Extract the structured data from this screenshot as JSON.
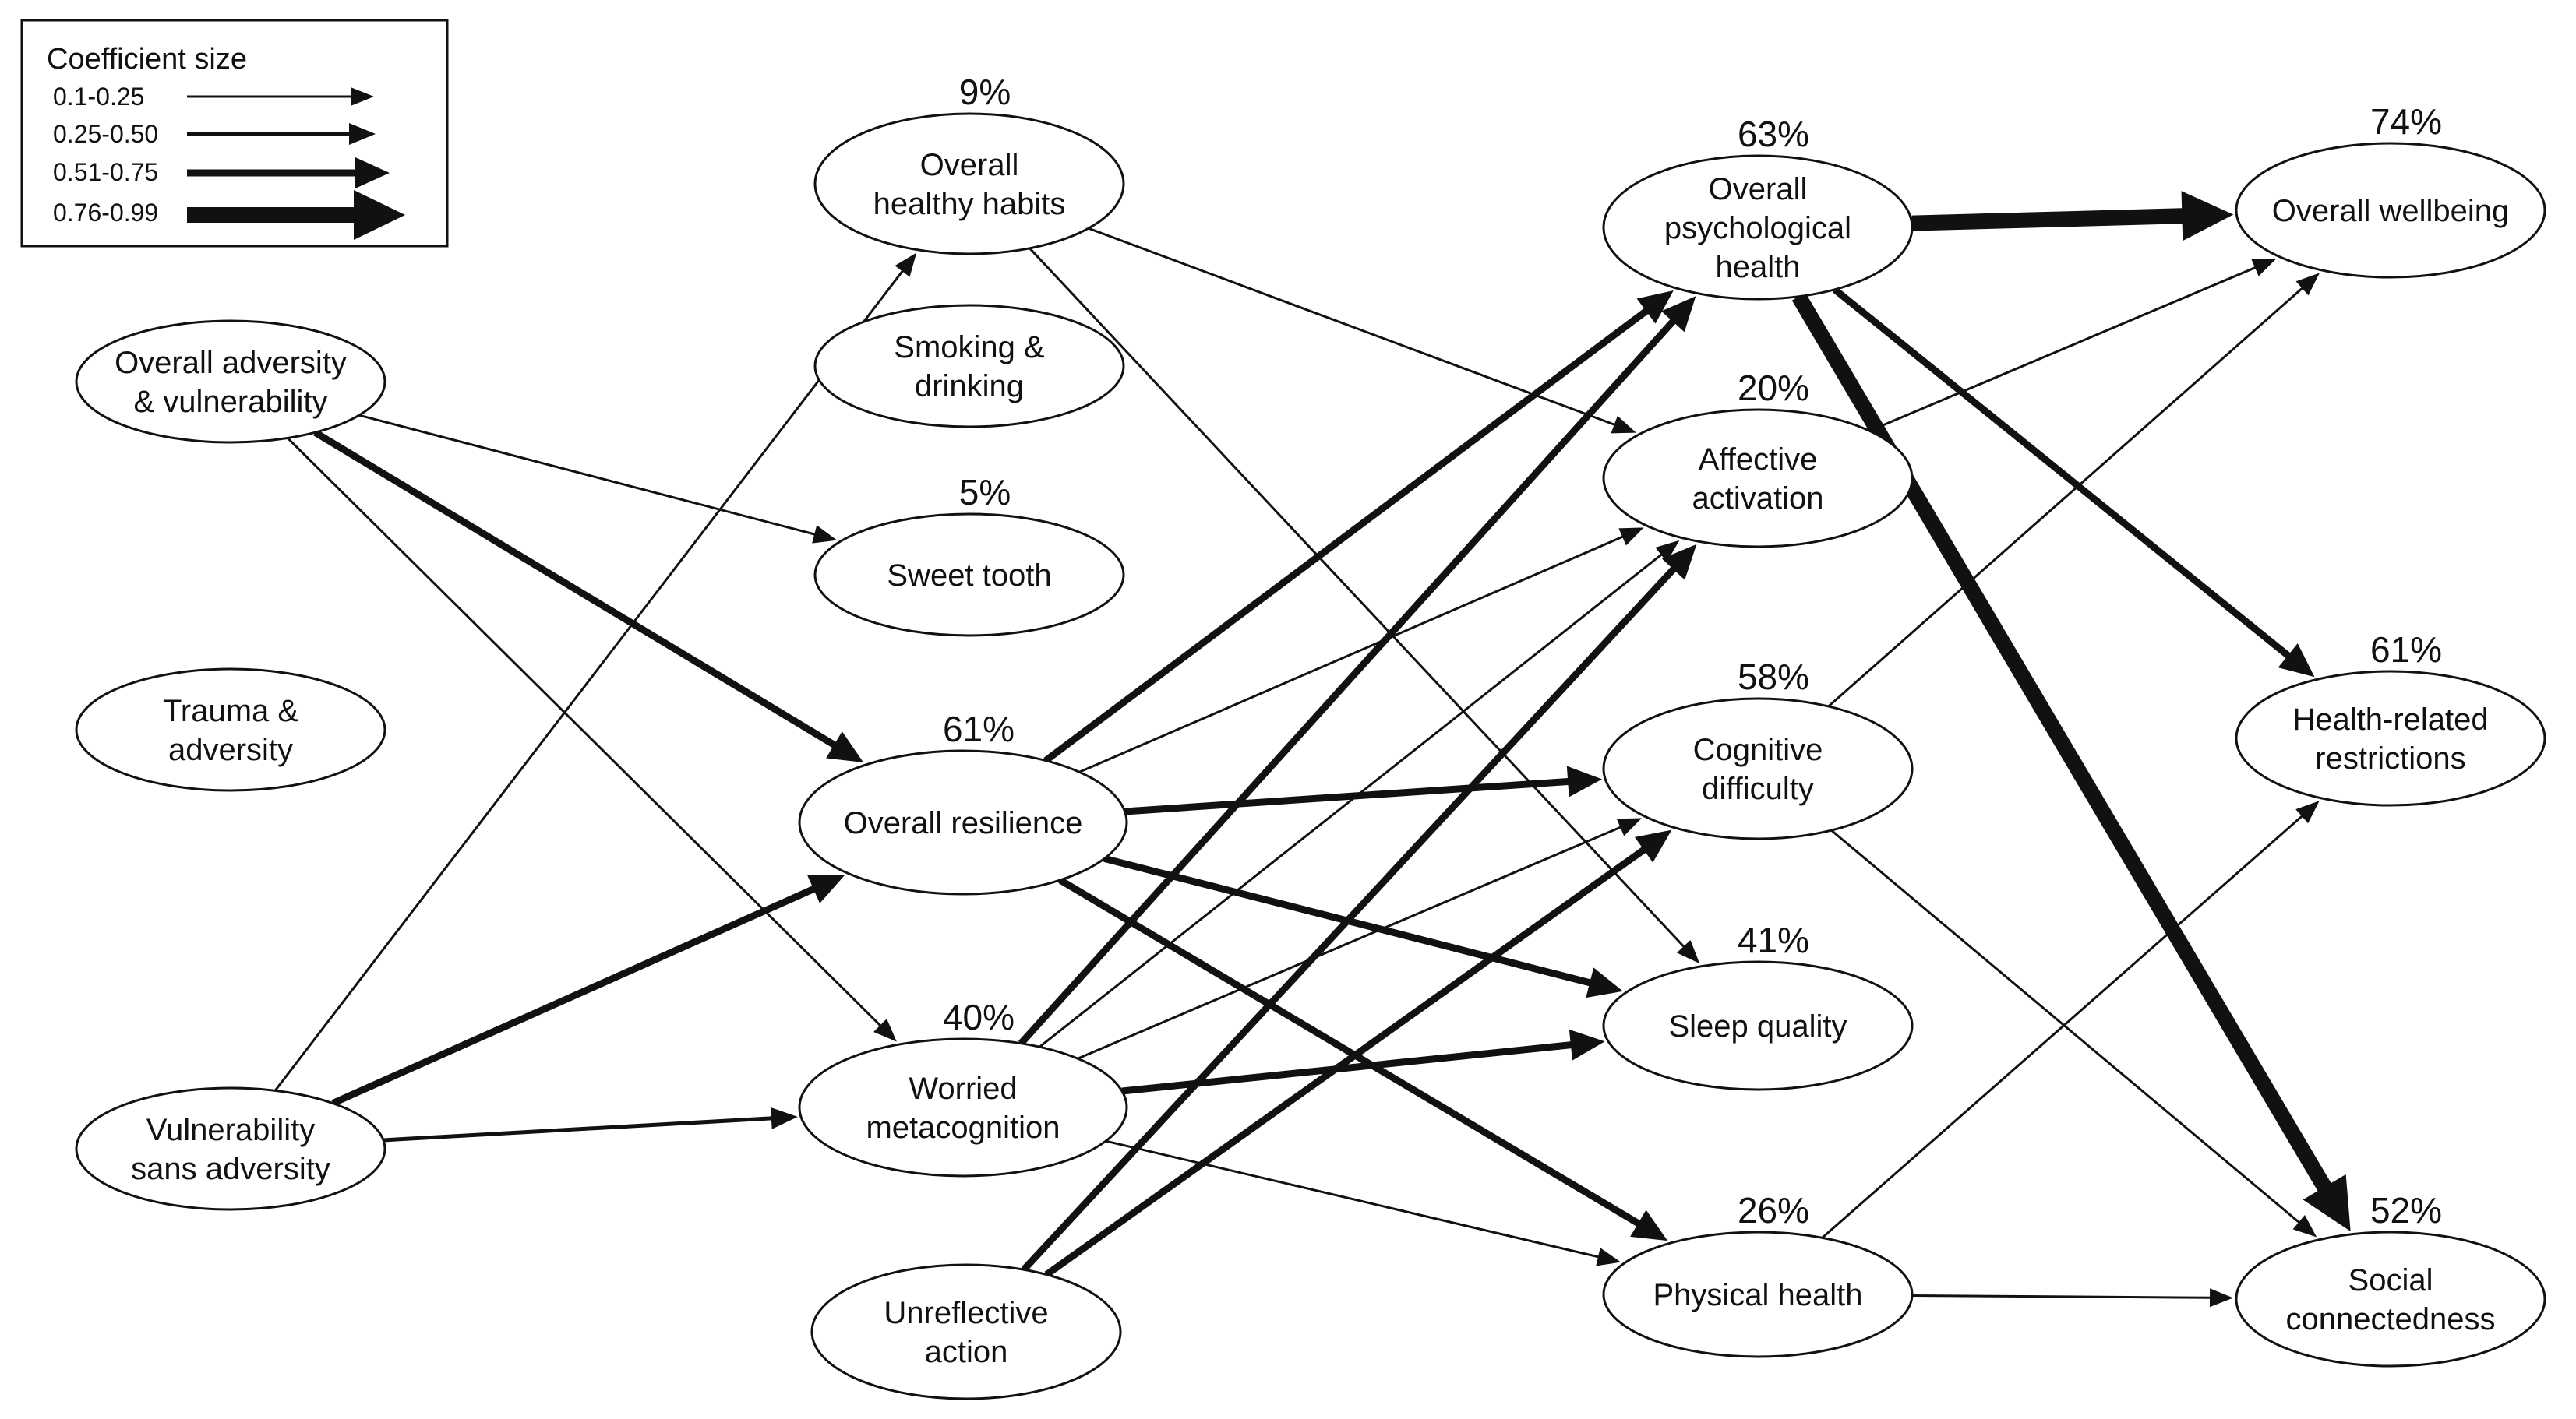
{
  "legend": {
    "title": "Coefficient size",
    "items": [
      {
        "label": "0.1-0.25",
        "size": 1
      },
      {
        "label": "0.25-0.50",
        "size": 2
      },
      {
        "label": "0.51-0.75",
        "size": 3
      },
      {
        "label": "0.76-0.99",
        "size": 4
      }
    ]
  },
  "nodes": {
    "adv_vuln": {
      "lines": [
        "Overall adversity",
        "& vulnerability"
      ],
      "pct": ""
    },
    "trauma": {
      "lines": [
        "Trauma &",
        "adversity"
      ],
      "pct": ""
    },
    "vuln_sans": {
      "lines": [
        "Vulnerability",
        "sans adversity"
      ],
      "pct": ""
    },
    "habits": {
      "lines": [
        "Overall",
        "healthy habits"
      ],
      "pct": "9%"
    },
    "smoking": {
      "lines": [
        "Smoking &",
        "drinking"
      ],
      "pct": ""
    },
    "sweet": {
      "lines": [
        "Sweet tooth"
      ],
      "pct": "5%"
    },
    "resil": {
      "lines": [
        "Overall resilience"
      ],
      "pct": "61%"
    },
    "worried": {
      "lines": [
        "Worried",
        "metacognition"
      ],
      "pct": "40%"
    },
    "unrefl": {
      "lines": [
        "Unreflective",
        "action"
      ],
      "pct": ""
    },
    "psych": {
      "lines": [
        "Overall",
        "psychological",
        "health"
      ],
      "pct": "63%"
    },
    "affect": {
      "lines": [
        "Affective",
        "activation"
      ],
      "pct": "20%"
    },
    "cog": {
      "lines": [
        "Cognitive",
        "difficulty"
      ],
      "pct": "58%"
    },
    "sleep": {
      "lines": [
        "Sleep quality"
      ],
      "pct": "41%"
    },
    "phys": {
      "lines": [
        "Physical health"
      ],
      "pct": "26%"
    },
    "wellb": {
      "lines": [
        "Overall wellbeing"
      ],
      "pct": "74%"
    },
    "restr": {
      "lines": [
        "Health-related",
        "restrictions"
      ],
      "pct": "61%"
    },
    "social": {
      "lines": [
        "Social",
        "connectedness"
      ],
      "pct": "52%"
    }
  },
  "edges": [
    {
      "from": "adv_vuln",
      "to": "resil",
      "size": 3
    },
    {
      "from": "adv_vuln",
      "to": "sweet",
      "size": 1
    },
    {
      "from": "adv_vuln",
      "to": "worried",
      "size": 1
    },
    {
      "from": "vuln_sans",
      "to": "habits",
      "size": 1
    },
    {
      "from": "vuln_sans",
      "to": "resil",
      "size": 3
    },
    {
      "from": "vuln_sans",
      "to": "worried",
      "size": 2
    },
    {
      "from": "habits",
      "to": "affect",
      "size": 1
    },
    {
      "from": "habits",
      "to": "sleep",
      "size": 1
    },
    {
      "from": "resil",
      "to": "psych",
      "size": 3
    },
    {
      "from": "resil",
      "to": "affect",
      "size": 1
    },
    {
      "from": "resil",
      "to": "cog",
      "size": 3
    },
    {
      "from": "resil",
      "to": "sleep",
      "size": 3
    },
    {
      "from": "resil",
      "to": "phys",
      "size": 3
    },
    {
      "from": "worried",
      "to": "psych",
      "size": 3
    },
    {
      "from": "worried",
      "to": "affect",
      "size": 1
    },
    {
      "from": "worried",
      "to": "cog",
      "size": 1
    },
    {
      "from": "worried",
      "to": "sleep",
      "size": 3
    },
    {
      "from": "worried",
      "to": "phys",
      "size": 1
    },
    {
      "from": "unrefl",
      "to": "affect",
      "size": 3
    },
    {
      "from": "unrefl",
      "to": "cog",
      "size": 3
    },
    {
      "from": "affect",
      "to": "wellb",
      "size": 1
    },
    {
      "from": "cog",
      "to": "wellb",
      "size": 1
    },
    {
      "from": "cog",
      "to": "social",
      "size": 1
    },
    {
      "from": "phys",
      "to": "restr",
      "size": 1
    },
    {
      "from": "phys",
      "to": "social",
      "size": 1
    },
    {
      "from": "psych",
      "to": "wellb",
      "size": 4
    },
    {
      "from": "psych",
      "to": "restr",
      "size": 3
    },
    {
      "from": "psych",
      "to": "social",
      "size": 4
    }
  ]
}
